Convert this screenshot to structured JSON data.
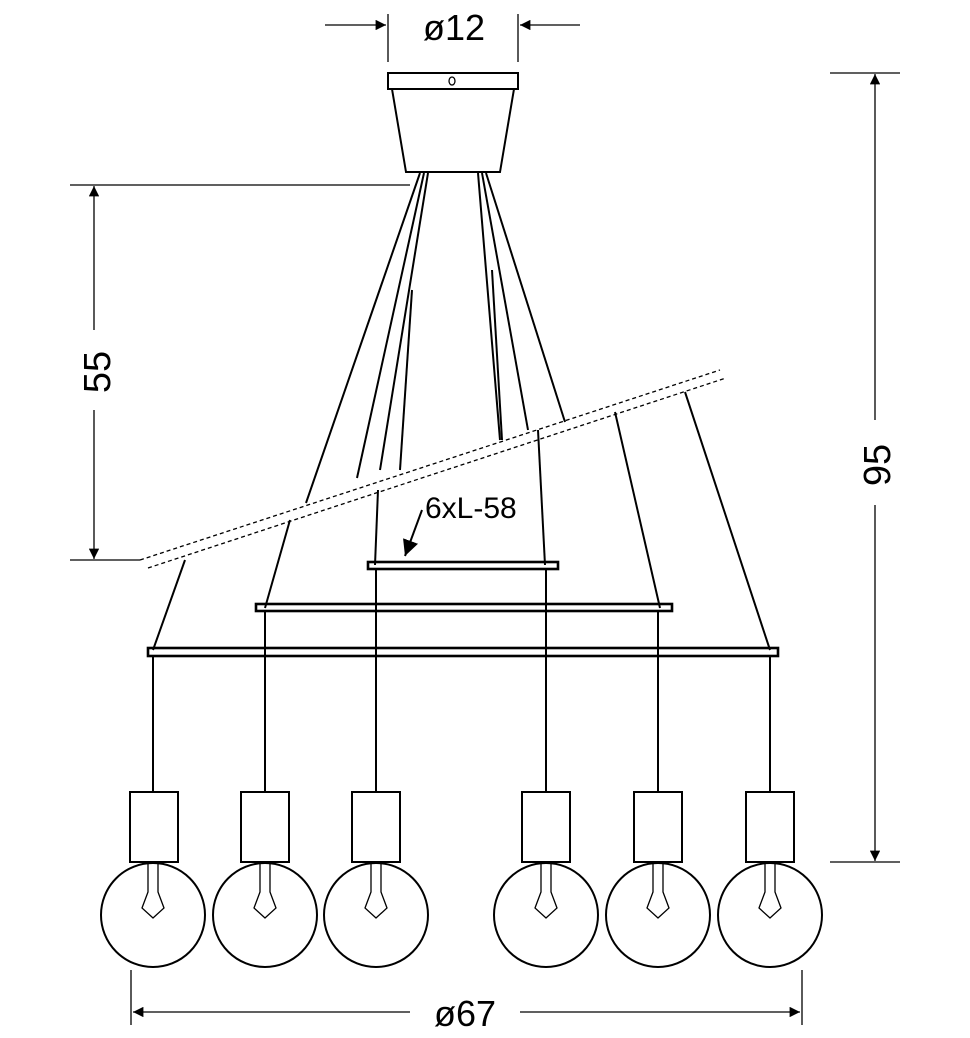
{
  "dimensions": {
    "canopy_diameter": "ø12",
    "overall_diameter": "ø67",
    "upper_height": "55",
    "total_height": "95",
    "cable_note": "6xL-58"
  },
  "parts": {
    "lamp_count": 6,
    "ring_count": 3
  }
}
